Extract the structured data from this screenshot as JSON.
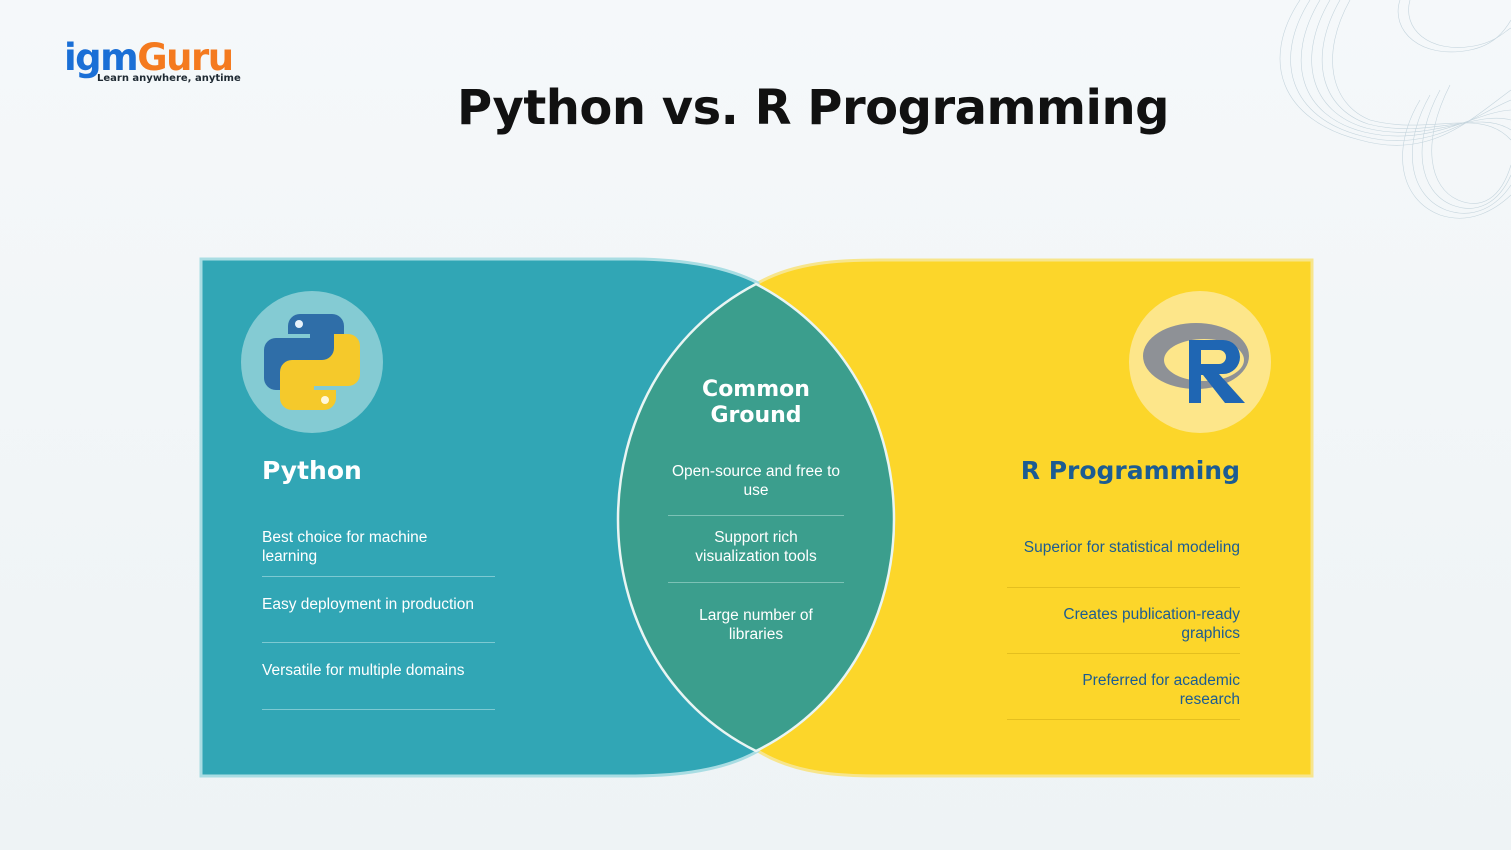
{
  "brand": {
    "name_part1": "igm",
    "name_part2": "Guru",
    "tagline": "Learn anywhere, anytime"
  },
  "title": "Python vs. R Programming",
  "python": {
    "heading": "Python",
    "items": [
      "Best choice for machine learning",
      "Easy deployment in production",
      "Versatile for multiple domains"
    ],
    "icon": "python-logo-icon",
    "color": "#31a6b5"
  },
  "common": {
    "heading_line1": "Common",
    "heading_line2": "Ground",
    "items": [
      "Open-source and free to use",
      "Support rich visualization tools",
      "Large number of libraries"
    ],
    "color": "#3b9e8d"
  },
  "r": {
    "heading": "R Programming",
    "items": [
      "Superior for statistical modeling",
      "Creates publication-ready graphics",
      "Preferred for academic research"
    ],
    "icon": "r-logo-icon",
    "color": "#fcd62a"
  }
}
